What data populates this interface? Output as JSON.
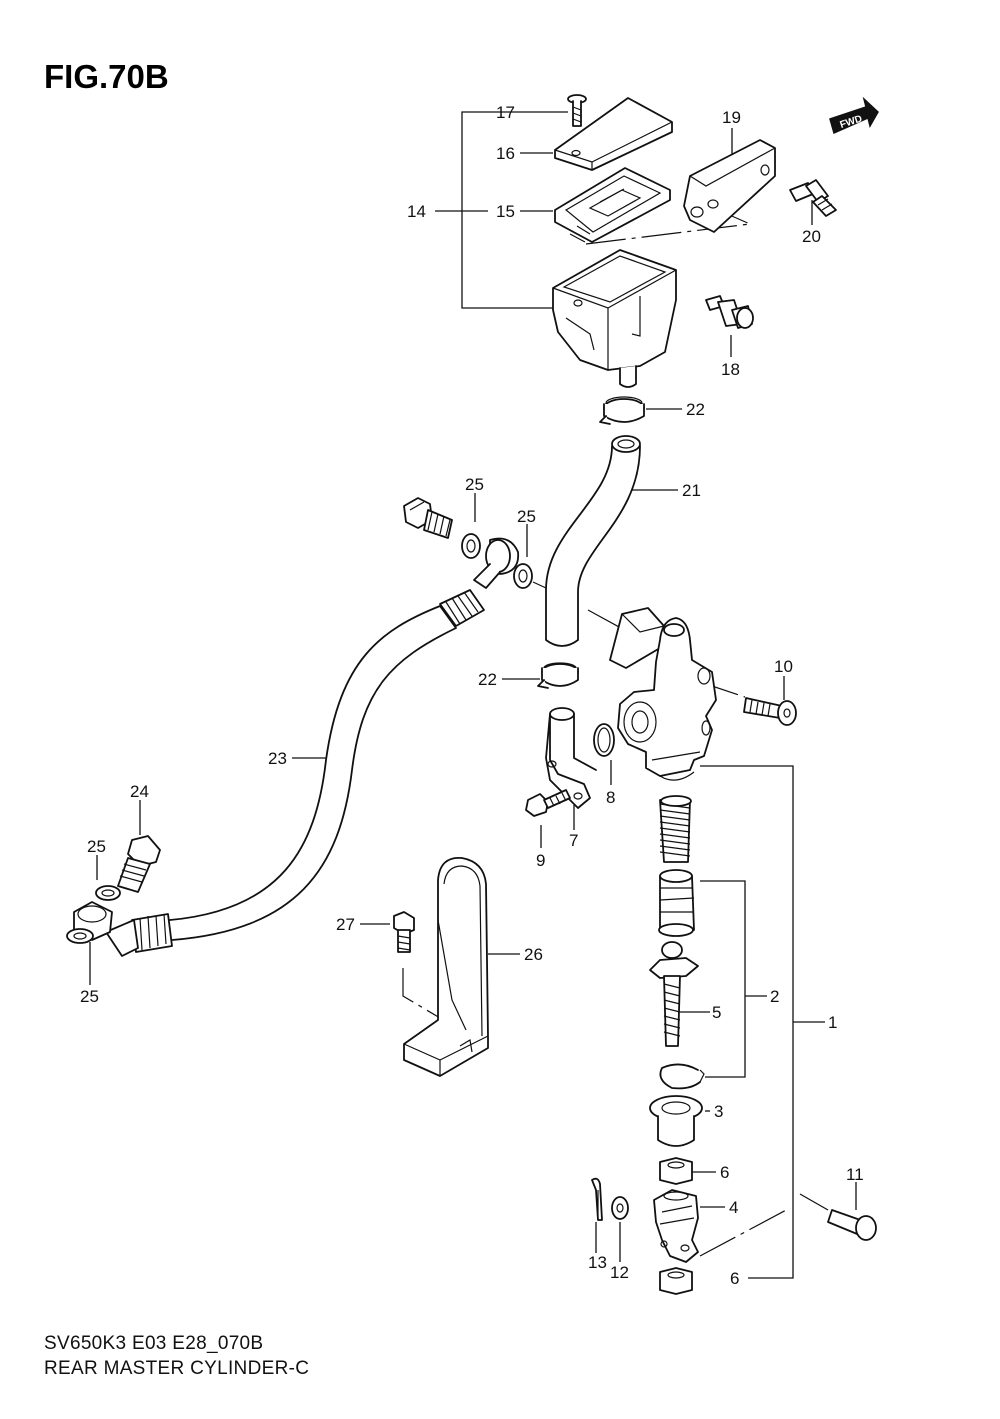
{
  "figure": {
    "title": "FIG.70B",
    "fwd_label": "FWD",
    "footer_code": "SV650K3 E03 E28_070B",
    "footer_name": "REAR MASTER CYLINDER-C"
  },
  "callouts": [
    {
      "id": "c17",
      "text": "17"
    },
    {
      "id": "c16",
      "text": "16"
    },
    {
      "id": "c14",
      "text": "14"
    },
    {
      "id": "c15",
      "text": "15"
    },
    {
      "id": "c19",
      "text": "19"
    },
    {
      "id": "c20",
      "text": "20"
    },
    {
      "id": "c18",
      "text": "18"
    },
    {
      "id": "c22a",
      "text": "22"
    },
    {
      "id": "c21",
      "text": "21"
    },
    {
      "id": "c25a",
      "text": "25"
    },
    {
      "id": "c25b",
      "text": "25"
    },
    {
      "id": "c10",
      "text": "10"
    },
    {
      "id": "c22b",
      "text": "22"
    },
    {
      "id": "c23",
      "text": "23"
    },
    {
      "id": "c8",
      "text": "8"
    },
    {
      "id": "c7",
      "text": "7"
    },
    {
      "id": "c9",
      "text": "9"
    },
    {
      "id": "c24",
      "text": "24"
    },
    {
      "id": "c25c",
      "text": "25"
    },
    {
      "id": "c27",
      "text": "27"
    },
    {
      "id": "c26",
      "text": "26"
    },
    {
      "id": "c25d",
      "text": "25"
    },
    {
      "id": "c5",
      "text": "5"
    },
    {
      "id": "c2",
      "text": "2"
    },
    {
      "id": "c1",
      "text": "1"
    },
    {
      "id": "c3",
      "text": "3"
    },
    {
      "id": "c6a",
      "text": "6"
    },
    {
      "id": "c11",
      "text": "11"
    },
    {
      "id": "c4",
      "text": "4"
    },
    {
      "id": "c13",
      "text": "13"
    },
    {
      "id": "c12",
      "text": "12"
    },
    {
      "id": "c6b",
      "text": "6"
    }
  ]
}
